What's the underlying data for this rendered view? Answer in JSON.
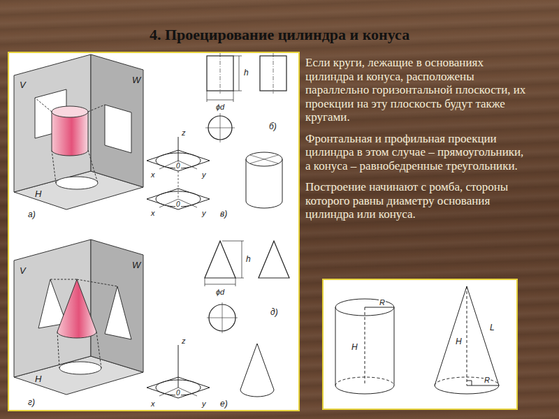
{
  "diagram": {
    "title": "4. Проецирование цилиндра и конуса",
    "labels": [
      "V",
      "W",
      "H",
      "а)",
      "h",
      "ϕd",
      "б)",
      "z",
      "x",
      "0",
      "y",
      "x",
      "0",
      "y",
      "в)",
      "V",
      "W",
      "H",
      "г)",
      "h",
      "ϕd",
      "д)",
      "z",
      "x",
      "0",
      "y",
      "е)",
      "Если круги, лежащие в основаниях цилиндра и конуса, расположены параллельно горизонтальной плоскости, их проекции на эту плоскость будут также кругами.",
      "Фронтальная и профильная проекции цилиндра в этом случае – прямоугольники, а конуса – равнобедренные треугольники.",
      "Построение начинают с ромба, стороны которого равны диаметру основания цилиндра или конуса.",
      "R",
      "H",
      "H",
      "L",
      "R"
    ]
  }
}
